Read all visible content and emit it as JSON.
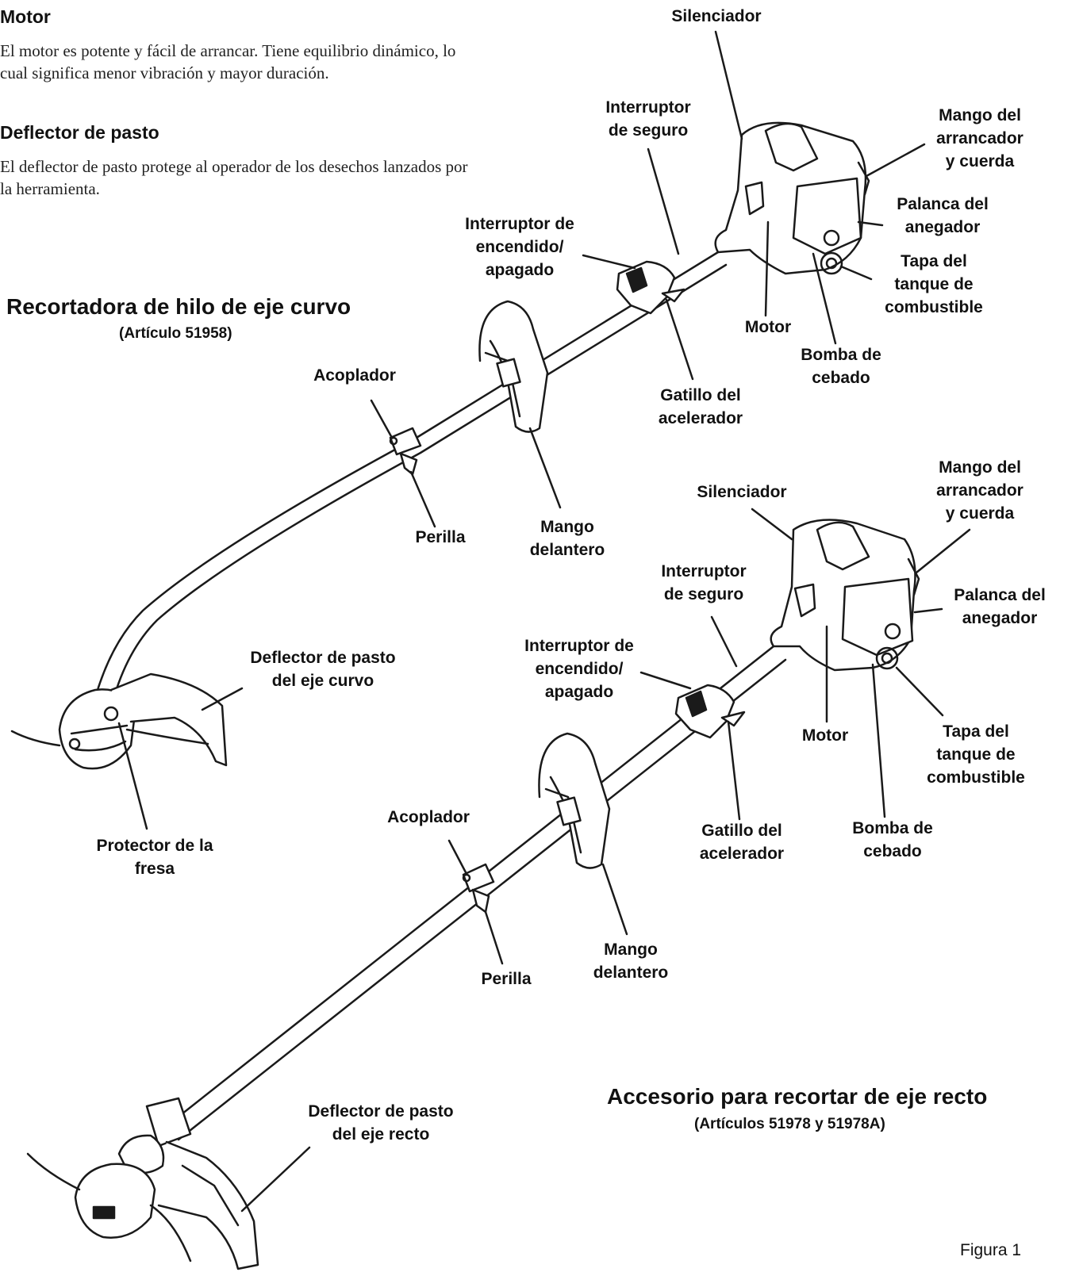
{
  "text": {
    "motor_heading": "Motor",
    "motor_body": "El motor es potente y fácil de arrancar. Tiene equilibrio dinámico, lo cual significa menor vibración y mayor duración.",
    "deflector_heading": "Deflector de pasto",
    "deflector_body": "El deflector de pasto protege al operador de los desechos lanzados por la herramienta."
  },
  "curved": {
    "title": "Recortadora de hilo de eje curvo",
    "subtitle": "(Artículo 51958)",
    "labels": {
      "silenciador": "Silenciador",
      "interruptor_seguro": "Interruptor\nde seguro",
      "mango_arrancador": "Mango del\narrancador\ny cuerda",
      "palanca_anegador": "Palanca del\nanegador",
      "tapa_tanque": "Tapa del\ntanque de\ncombustible",
      "interruptor_encendido": "Interruptor de\nencendido/\napagado",
      "motor": "Motor",
      "bomba_cebado": "Bomba de\ncebado",
      "gatillo": "Gatillo del\nacelerador",
      "acoplador": "Acoplador",
      "perilla": "Perilla",
      "mango_delantero": "Mango\ndelantero",
      "deflector": "Deflector de pasto\ndel eje curvo",
      "protector": "Protector de la\nfresa"
    }
  },
  "straight": {
    "title": "Accesorio para recortar de eje recto",
    "subtitle": "(Artículos 51978 y 51978A)",
    "labels": {
      "silenciador": "Silenciador",
      "mango_arrancador": "Mango del\narrancador\ny cuerda",
      "interruptor_seguro": "Interruptor\nde seguro",
      "palanca_anegador": "Palanca del\nanegador",
      "interruptor_encendido": "Interruptor de\nencendido/\napagado",
      "motor": "Motor",
      "tapa_tanque": "Tapa del\ntanque de\ncombustible",
      "acoplador": "Acoplador",
      "gatillo": "Gatillo del\nacelerador",
      "bomba_cebado": "Bomba de\ncebado",
      "mango_delantero": "Mango\ndelantero",
      "perilla": "Perilla",
      "deflector": "Deflector de pasto\ndel eje recto"
    }
  },
  "figure_label": "Figura 1"
}
